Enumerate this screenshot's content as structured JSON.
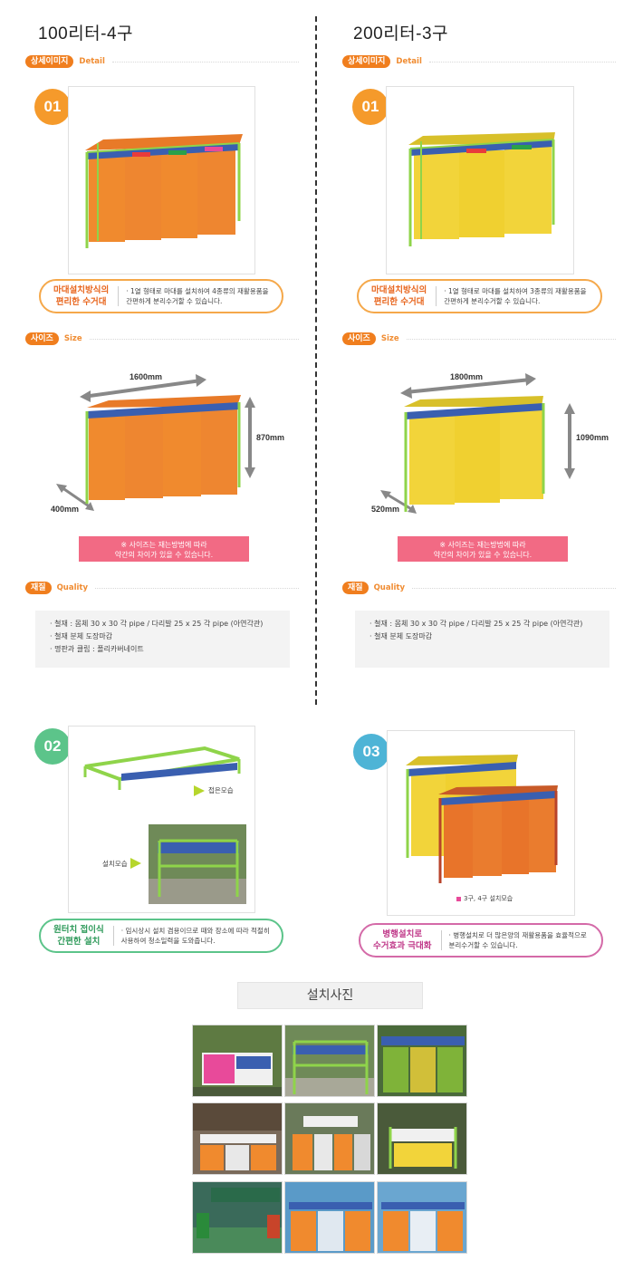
{
  "columns": {
    "left_title": "100리터-4구",
    "right_title": "200리터-3구"
  },
  "sections": {
    "detail": {
      "ko": "상세이미지",
      "en": "Detail"
    },
    "size": {
      "ko": "사이즈",
      "en": "Size"
    },
    "quality": {
      "ko": "재질",
      "en": "Quality"
    }
  },
  "badges": {
    "b01": "01",
    "b02": "02",
    "b03": "03"
  },
  "left": {
    "caption": {
      "title": "마대설치방식의\n편리한 수거대",
      "text": "· 1열 형태로 마대를 설치하여 4종류의 재활용품을\n간편하게 분리수거할 수 있습니다."
    },
    "dims": {
      "width": "1600mm",
      "height": "870mm",
      "depth": "400mm"
    },
    "note": "※ 사이즈는 재는방법에 따라\n약간의 차이가 있을 수 있습니다.",
    "quality": [
      "· 철재 :  몸체 30 x 30 각 pipe / 다리발 25 x 25 각 pipe (아연각관)",
      "· 철재  분체 도장마감",
      "· 명판과 클립 : 폴리카버네이트"
    ]
  },
  "right": {
    "caption": {
      "title": "마대설치방식의\n편리한 수거대",
      "text": "· 1열 형태로 마대를 설치하여 3종류의 재활용품을\n간편하게 분리수거할 수 있습니다."
    },
    "dims": {
      "width": "1800mm",
      "height": "1090mm",
      "depth": "520mm"
    },
    "note": "※ 사이즈는 재는방법에 따라\n약간의 차이가 있을 수 있습니다.",
    "quality": [
      "· 철재 :  몸체 30 x 30 각 pipe / 다리발 25 x 25 각 pipe (아연각관)",
      "· 철재  분체 도장마감"
    ]
  },
  "feature02": {
    "folded_label": "접은모습",
    "installed_label": "설치모습",
    "caption": {
      "title": "원터치 접이식\n간편한 설치",
      "text": "· 임시상시 설치 겸용이므로 때와 장소에 따라 적절히\n사용하여 청소일력을 도와줍니다."
    }
  },
  "feature03": {
    "photo_label": "3구, 4구  설치모습",
    "caption": {
      "title": "병행설치로\n수거효과 극대화",
      "text": "· 병행설치로 더 많은양의 재활용품을 효율적으로\n분리수거할 수 있습니다."
    }
  },
  "install": {
    "title": "설치사진"
  },
  "colors": {
    "orange": "#f07e1e",
    "pink": "#f26a84",
    "green_badge": "#5cc48a",
    "blue_badge": "#4eb4d6",
    "bag_orange": "#f08a2e",
    "bag_yellow": "#f2d43a",
    "frame_green": "#8fd44a"
  }
}
